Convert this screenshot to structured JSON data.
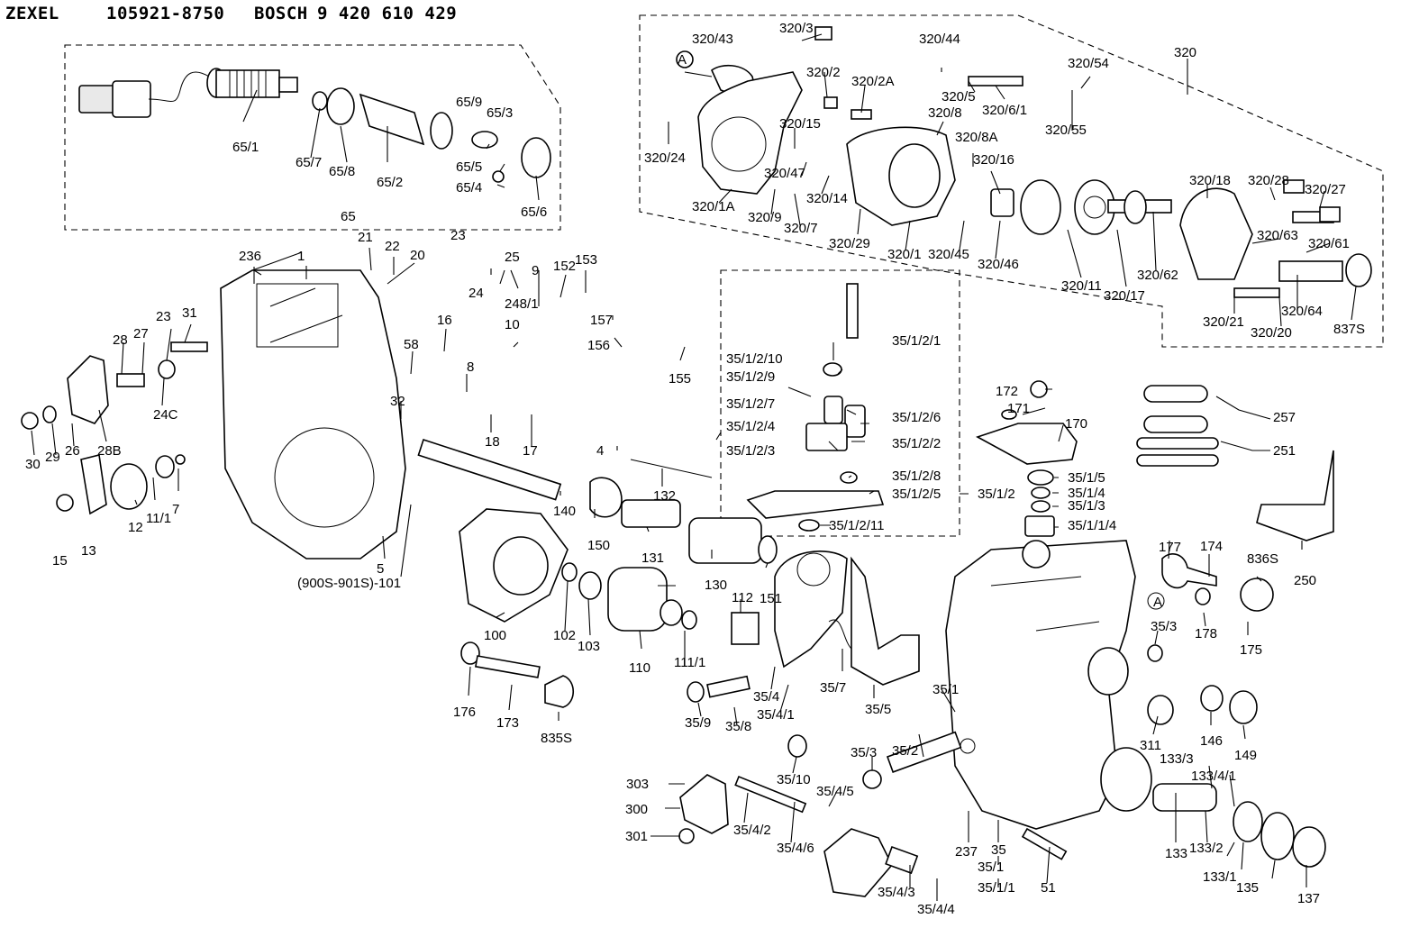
{
  "header": {
    "brand1": "ZEXEL",
    "code1": "105921-8750",
    "brand2": "BOSCH",
    "code2": "9 420 610 429"
  },
  "labels": [
    "65/1",
    "65/7",
    "65/8",
    "65/2",
    "65/9",
    "65/3",
    "65/5",
    "65/4",
    "65/6",
    "65",
    "320/43",
    "320/3",
    "320/2",
    "320/2A",
    "320/44",
    "320/5",
    "320/6/1",
    "320/54",
    "320",
    "320/8",
    "320/55",
    "320/15",
    "320/24",
    "320/47",
    "320/14",
    "320/8A",
    "320/16",
    "320/1A",
    "320/9",
    "320/7",
    "320/29",
    "320/1",
    "320/45",
    "320/46",
    "320/11",
    "320/17",
    "320/62",
    "320/18",
    "320/28",
    "320/27",
    "320/63",
    "320/61",
    "320/21",
    "320/64",
    "320/20",
    "837S",
    "236",
    "1",
    "21",
    "22",
    "20",
    "23",
    "25",
    "24",
    "248/1",
    "9",
    "152",
    "153",
    "157",
    "156",
    "155",
    "10",
    "31",
    "23",
    "28",
    "27",
    "58",
    "16",
    "8",
    "24C",
    "32",
    "18",
    "17",
    "30",
    "29",
    "26",
    "28B",
    "35/1/2/10",
    "35/1/2/9",
    "35/1/2/7",
    "35/1/2/4",
    "35/1/2/3",
    "35/1/2/1",
    "35/1/2/6",
    "35/1/2/2",
    "35/1/2/8",
    "35/1/2/5",
    "35/1/2",
    "35/1/2/11",
    "172",
    "171",
    "170",
    "35/1/5",
    "35/1/4",
    "35/1/3",
    "35/1/1/4",
    "257",
    "251",
    "4",
    "132",
    "12",
    "11/1",
    "7",
    "15",
    "13",
    "140",
    "150",
    "131",
    "130",
    "151",
    "5",
    "(900S-901S)-101",
    "100",
    "102",
    "103",
    "110",
    "112",
    "111/1",
    "177",
    "174",
    "836S",
    "178",
    "175",
    "250",
    "35/3",
    "146",
    "149",
    "176",
    "173",
    "835S",
    "35/4",
    "35/4/1",
    "35/7",
    "35/5",
    "35/1",
    "311",
    "35/9",
    "35/8",
    "35/10",
    "35/2",
    "35/3",
    "303",
    "300",
    "301",
    "35/4/2",
    "35/4/6",
    "35/4/5",
    "35/4/3",
    "35/4/4",
    "237",
    "35",
    "35/1",
    "35/1/1",
    "51",
    "133/3",
    "133/4/1",
    "133",
    "133/2",
    "133/1",
    "135",
    "137",
    "A",
    "A"
  ]
}
